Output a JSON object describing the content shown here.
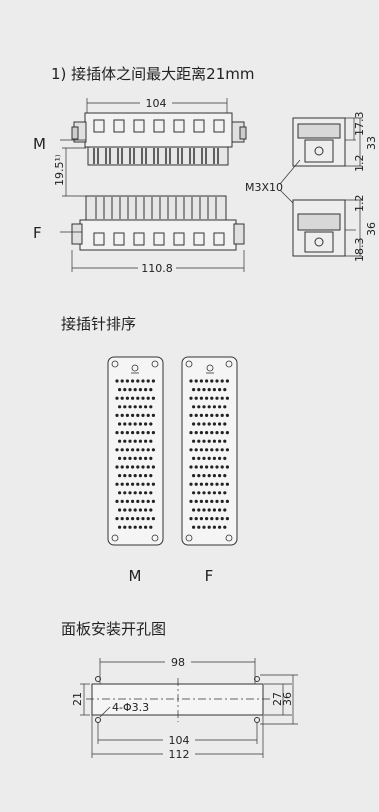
{
  "sections": {
    "distance_heading": "1) 接插体之间最大距离21mm",
    "pin_heading": "接插针排序",
    "panel_heading": "面板安装开孔图"
  },
  "connector_view": {
    "label_m": "M",
    "label_f": "F",
    "dim_top_width": "104",
    "dim_bottom_width": "110.8",
    "dim_gap": "19.5¹⁾",
    "screw_label": "M3X10",
    "side_m_dims": [
      "17.3",
      "33",
      "1.2"
    ],
    "side_f_dims": [
      "1.2",
      "36",
      "18.3"
    ]
  },
  "pin_layout": {
    "label_m": "M",
    "label_f": "F",
    "rows": 18,
    "cols": 8
  },
  "panel_cutout": {
    "dim_top": "98",
    "dim_hole_span": "104",
    "dim_outer": "112",
    "dim_left": "21",
    "dim_right_inner": "27",
    "dim_right_outer": "36",
    "hole_label": "4-Φ3.3"
  }
}
